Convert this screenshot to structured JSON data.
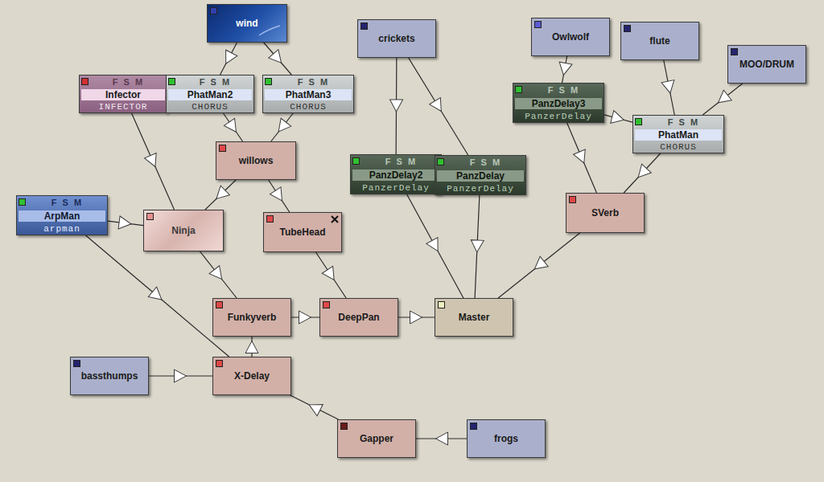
{
  "diagram": {
    "nodes": [
      {
        "text": [
          "wind"
        ]
      },
      {
        "text": [
          "crickets"
        ]
      },
      {
        "text": [
          "Owlwolf"
        ]
      },
      {
        "text": [
          "flute"
        ]
      },
      {
        "text": [
          "MOO/DRUM"
        ]
      },
      {
        "text": [
          "F S M",
          "Infector",
          "INFECTOR"
        ]
      },
      {
        "text": [
          "F S M",
          "PhatMan2",
          "CHORUS"
        ]
      },
      {
        "text": [
          "F S M",
          "PhatMan3",
          "CHORUS"
        ]
      },
      {
        "text": [
          "F S M",
          "PanzDelay3",
          "PanzerDelay"
        ]
      },
      {
        "text": [
          "F S M",
          "PhatMan",
          "CHORUS"
        ]
      },
      {
        "text": [
          "willows"
        ]
      },
      {
        "text": [
          "F S M",
          "PanzDelay2",
          "PanzerDelay"
        ]
      },
      {
        "text": [
          "F S M",
          "PanzDelay",
          "PanzerDelay"
        ]
      },
      {
        "text": [
          "F S M",
          "ArpMan",
          "arpman"
        ]
      },
      {
        "text": [
          "Ninja"
        ]
      },
      {
        "text": [
          "TubeHead"
        ]
      },
      {
        "text": [
          "SVerb"
        ]
      },
      {
        "text": [
          "Funkyverb"
        ]
      },
      {
        "text": [
          "DeepPan"
        ]
      },
      {
        "text": [
          "Master"
        ]
      },
      {
        "text": [
          "bassthumps"
        ]
      },
      {
        "text": [
          "X-Delay"
        ]
      },
      {
        "text": [
          "Gapper"
        ]
      },
      {
        "text": [
          "frogs"
        ]
      }
    ],
    "edges": [
      {
        "from": 0,
        "to": 6,
        "arrow": "to"
      },
      {
        "from": 0,
        "to": 7,
        "arrow": "to"
      },
      {
        "from": 6,
        "to": 10,
        "arrow": "to"
      },
      {
        "from": 7,
        "to": 10,
        "arrow": "to"
      },
      {
        "from": 10,
        "to": 14,
        "arrow": "to"
      },
      {
        "from": 10,
        "to": 15,
        "arrow": "to"
      },
      {
        "from": 5,
        "to": 14,
        "arrow": "to"
      },
      {
        "from": 13,
        "to": 14,
        "arrow": "to"
      },
      {
        "from": 14,
        "to": 17,
        "arrow": "to"
      },
      {
        "from": 13,
        "to": 21,
        "arrow": "to"
      },
      {
        "from": 20,
        "to": 21,
        "arrow": "to"
      },
      {
        "from": 21,
        "to": 17,
        "arrow": "to"
      },
      {
        "from": 22,
        "to": 21,
        "arrow": "to"
      },
      {
        "from": 23,
        "to": 22,
        "arrow": "to"
      },
      {
        "from": 17,
        "to": 18,
        "arrow": "to"
      },
      {
        "from": 15,
        "to": 18,
        "arrow": "to"
      },
      {
        "from": 18,
        "to": 19,
        "arrow": "to"
      },
      {
        "from": 1,
        "to": 11,
        "arrow": "to"
      },
      {
        "from": 1,
        "to": 12,
        "arrow": "to"
      },
      {
        "from": 11,
        "to": 19,
        "arrow": "to"
      },
      {
        "from": 12,
        "to": 19,
        "arrow": "to"
      },
      {
        "from": 16,
        "to": 19,
        "arrow": "to"
      },
      {
        "from": 2,
        "to": 8,
        "arrow": "to"
      },
      {
        "from": 8,
        "to": 9,
        "arrow": "to"
      },
      {
        "from": 8,
        "to": 16,
        "arrow": "to"
      },
      {
        "from": 3,
        "to": 9,
        "arrow": "to"
      },
      {
        "from": 4,
        "to": 9,
        "arrow": "to"
      },
      {
        "from": 9,
        "to": 16,
        "arrow": "to"
      }
    ]
  }
}
